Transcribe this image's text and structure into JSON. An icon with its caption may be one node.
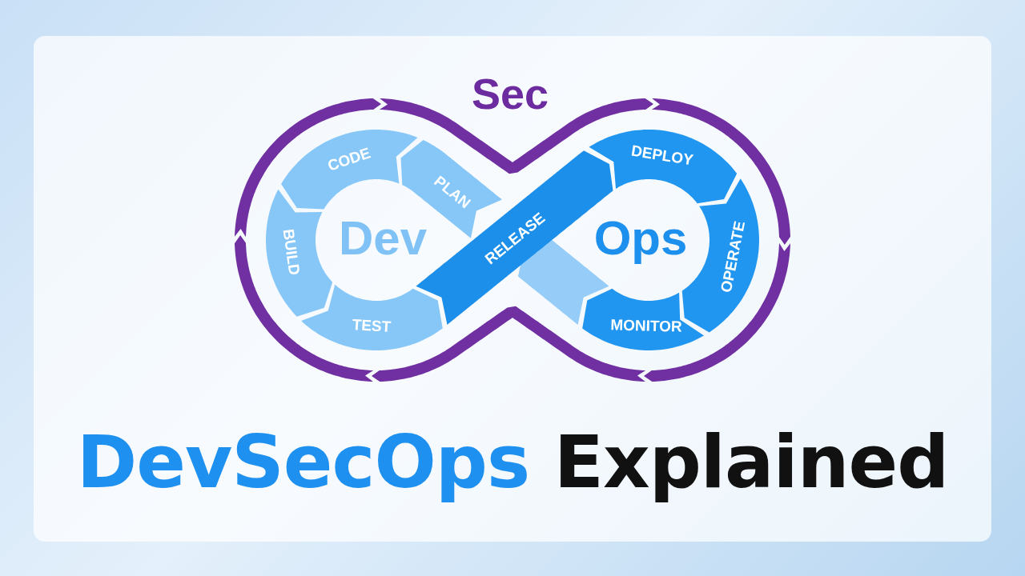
{
  "diagram": {
    "title": "DevSecOps Explained",
    "nodes": [
      {
        "text": [
          "PLAN"
        ]
      },
      {
        "text": [
          "CODE"
        ]
      },
      {
        "text": [
          "BUILD"
        ]
      },
      {
        "text": [
          "TEST"
        ]
      },
      {
        "text": [
          "RELEASE"
        ]
      },
      {
        "text": [
          "DEPLOY"
        ]
      },
      {
        "text": [
          "OPERATE"
        ]
      },
      {
        "text": [
          "MONITOR"
        ]
      }
    ],
    "labels": [
      "Sec",
      "Dev",
      "Ops"
    ]
  }
}
